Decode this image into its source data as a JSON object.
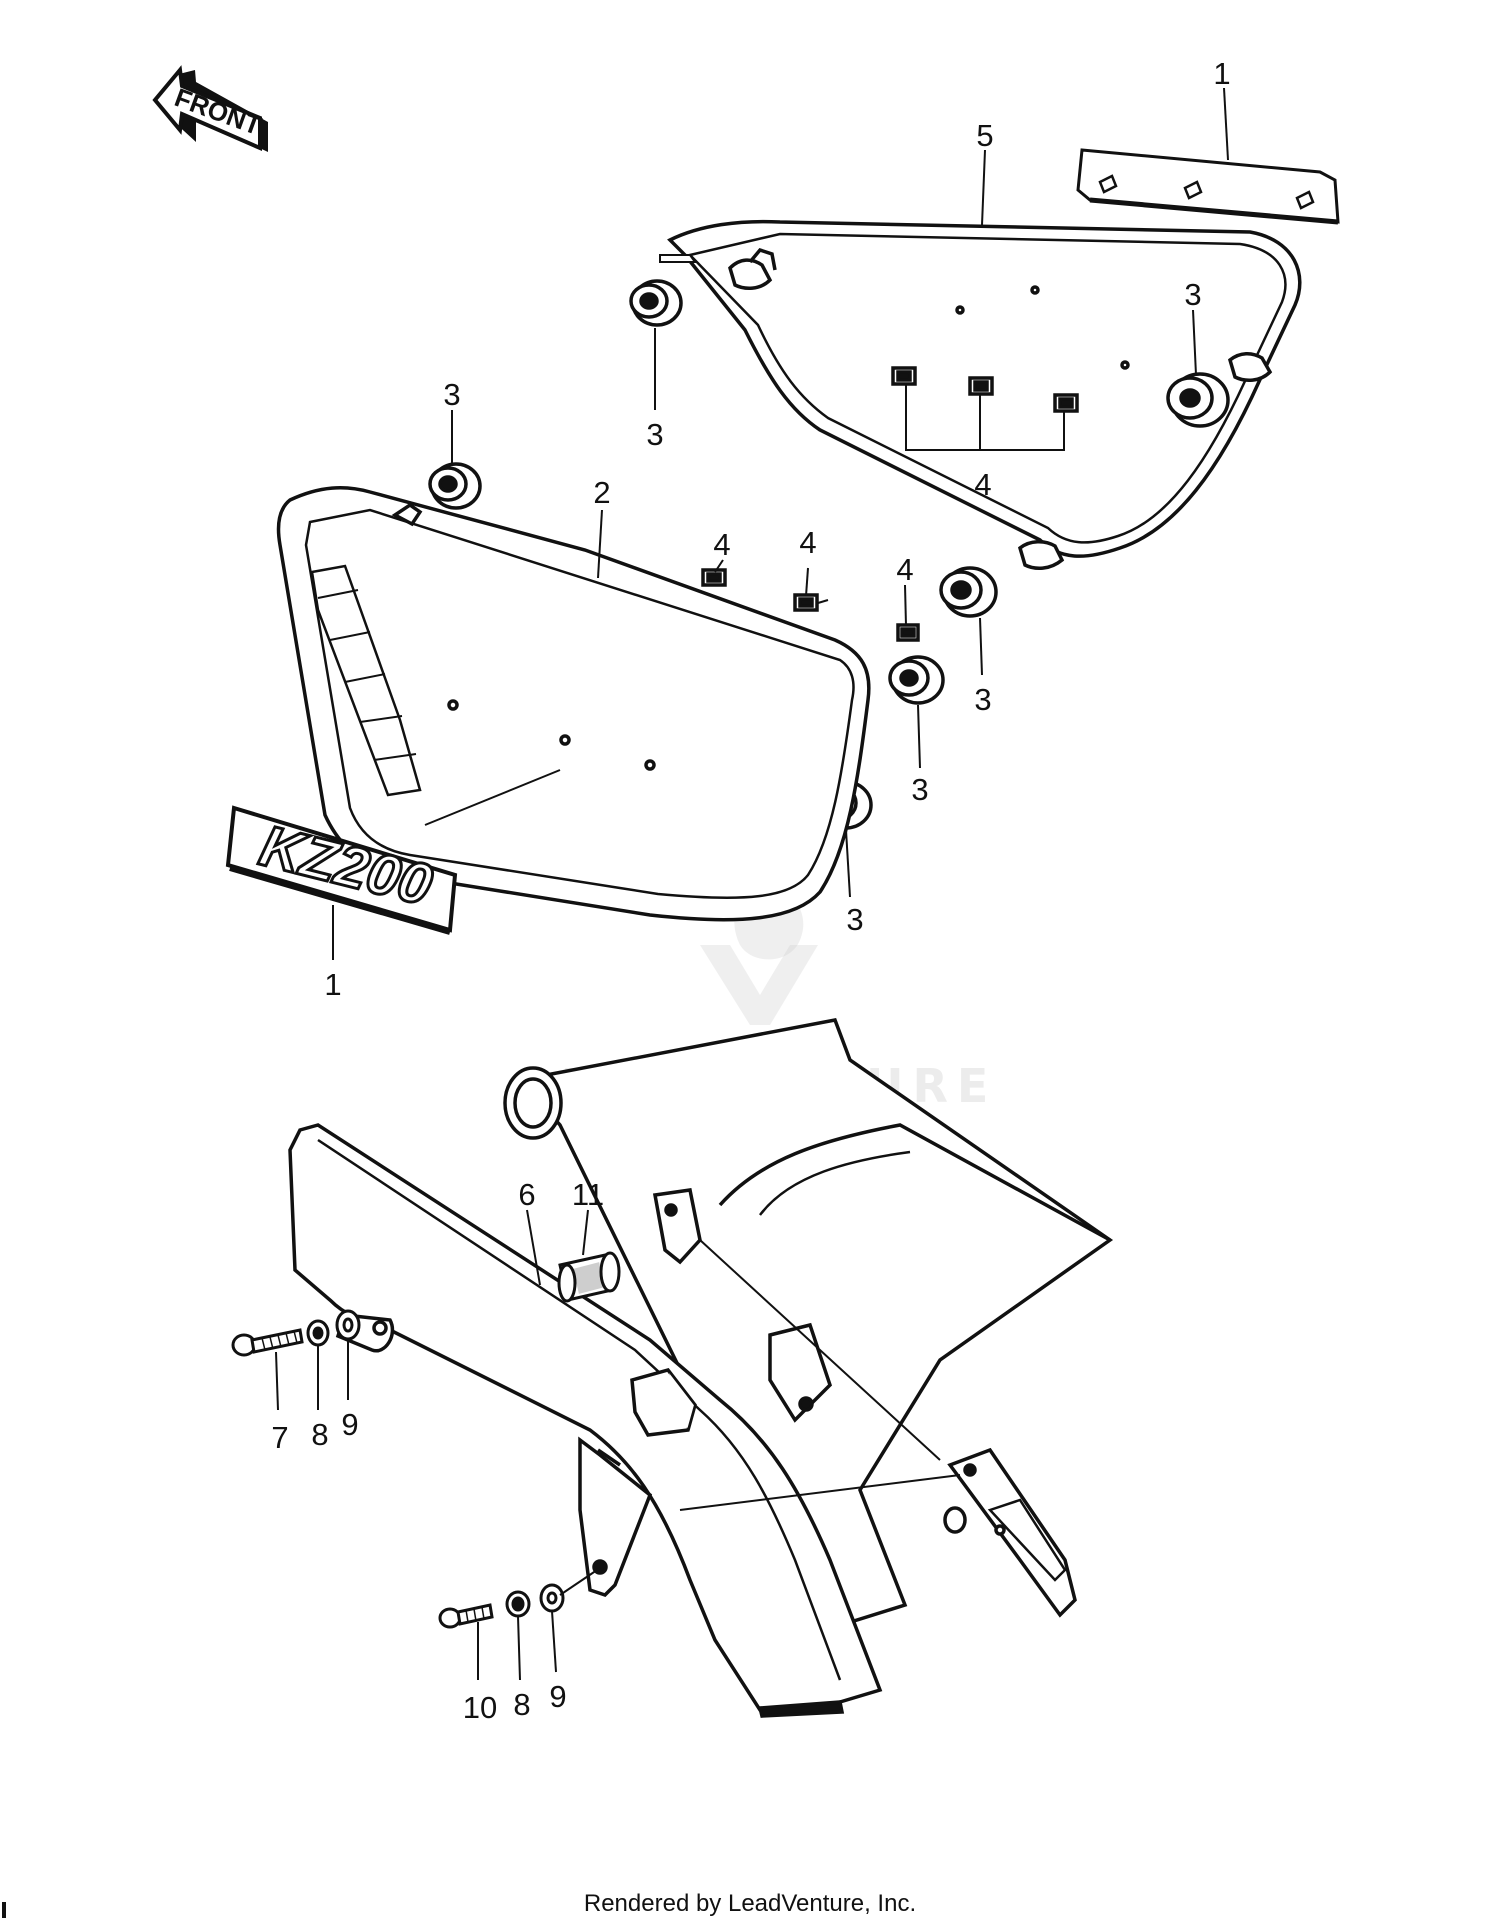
{
  "direction_badge": "FRONT",
  "model_badge": "KZ200",
  "callouts": {
    "c1_top": "1",
    "c5": "5",
    "c3_a": "3",
    "c3_b": "3",
    "c3_c": "3",
    "c4_a": "4",
    "c2": "2",
    "c4_b": "4",
    "c4_c": "4",
    "c4_d": "4",
    "c3_d": "3",
    "c3_e": "3",
    "c3_f": "3",
    "c1_bottom": "1",
    "c6": "6",
    "c11": "11",
    "c7": "7",
    "c8_a": "8",
    "c9_a": "9",
    "c10": "10",
    "c8_b": "8",
    "c9_b": "9"
  },
  "watermark": "LEADVENTURE",
  "footer": "Rendered by LeadVenture, Inc."
}
